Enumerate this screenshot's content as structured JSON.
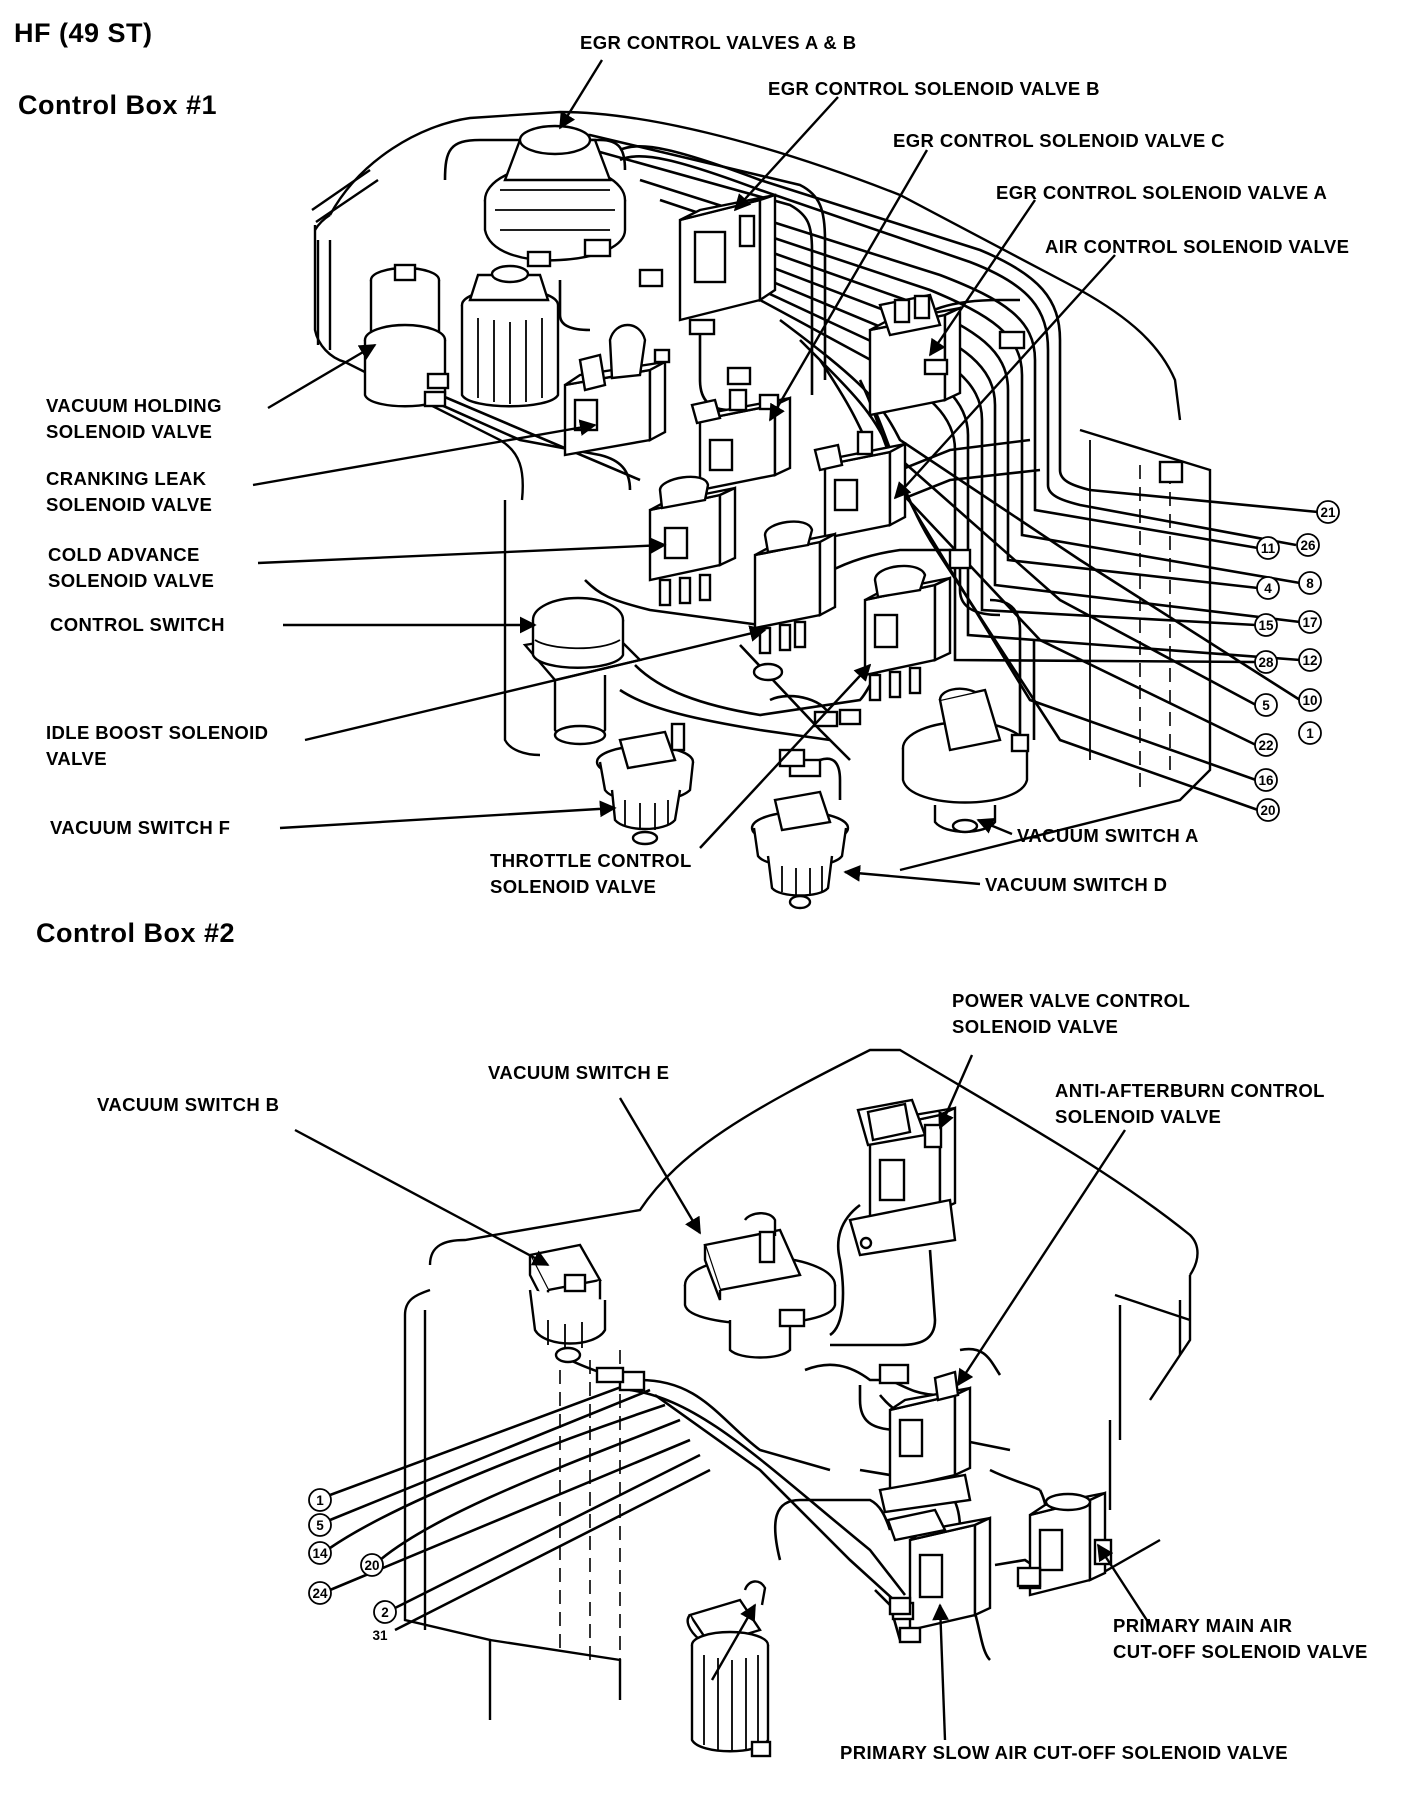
{
  "header": {
    "page_title": "HF (49 ST)",
    "box1_title": "Control Box #1",
    "box2_title": "Control Box #2"
  },
  "box1_labels": {
    "egr_ab": "EGR CONTROL VALVES A & B",
    "egr_b": "EGR CONTROL SOLENOID VALVE B",
    "egr_c": "EGR CONTROL SOLENOID VALVE C",
    "egr_a": "EGR CONTROL SOLENOID VALVE A",
    "air_control": "AIR CONTROL SOLENOID VALVE",
    "vacuum_holding_1": "VACUUM HOLDING",
    "vacuum_holding_2": "SOLENOID VALVE",
    "cranking_leak_1": "CRANKING LEAK",
    "cranking_leak_2": "SOLENOID VALVE",
    "cold_advance_1": "COLD ADVANCE",
    "cold_advance_2": "SOLENOID VALVE",
    "control_switch": "CONTROL SWITCH",
    "idle_boost_1": "IDLE BOOST SOLENOID",
    "idle_boost_2": "VALVE",
    "vacuum_switch_f": "VACUUM SWITCH F",
    "throttle_control_1": "THROTTLE CONTROL",
    "throttle_control_2": "SOLENOID VALVE",
    "vacuum_switch_a": "VACUUM SWITCH A",
    "vacuum_switch_d": "VACUUM SWITCH D"
  },
  "box1_hose_numbers": [
    "21",
    "26",
    "11",
    "8",
    "4",
    "17",
    "15",
    "12",
    "28",
    "10",
    "5",
    "1",
    "22",
    "16",
    "20"
  ],
  "box2_labels": {
    "power_valve_1": "POWER VALVE CONTROL",
    "power_valve_2": "SOLENOID VALVE",
    "vacuum_switch_e": "VACUUM SWITCH E",
    "vacuum_switch_b": "VACUUM SWITCH B",
    "anti_afterburn_1": "ANTI-AFTERBURN CONTROL",
    "anti_afterburn_2": "SOLENOID VALVE",
    "primary_main_1": "PRIMARY MAIN AIR",
    "primary_main_2": "CUT-OFF SOLENOID VALVE",
    "primary_slow": "PRIMARY SLOW AIR CUT-OFF SOLENOID VALVE"
  },
  "box2_hose_numbers": [
    "1",
    "5",
    "14",
    "20",
    "24",
    "2",
    "31"
  ]
}
